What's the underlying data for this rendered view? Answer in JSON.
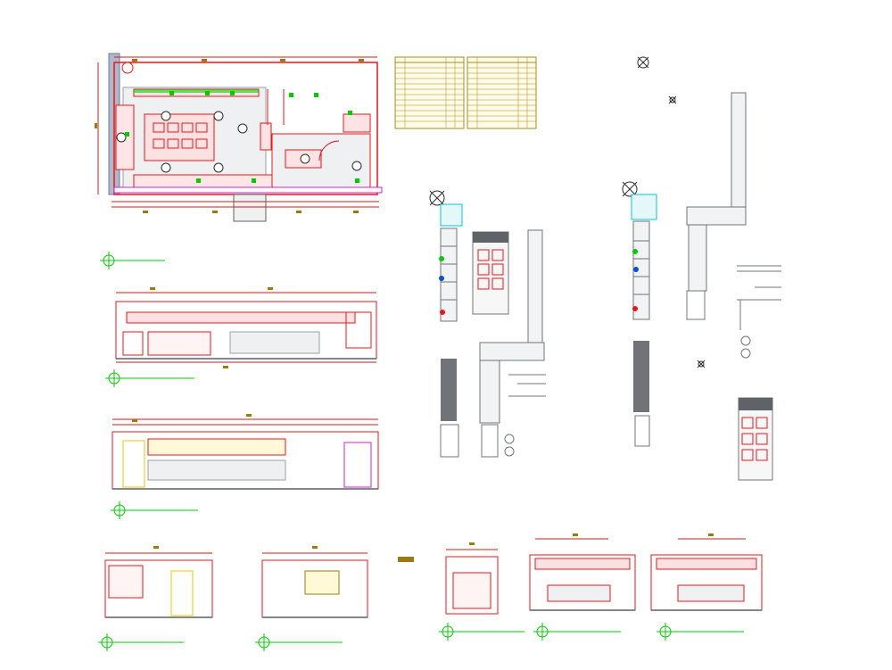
{
  "canvas": {
    "background": "#ffffff"
  },
  "colors": {
    "outline": "#e8161b",
    "dimension": "#d31a1a",
    "tile": "#9aa0a6",
    "annotation": "#00cc00",
    "tag": "#9b7a12",
    "table_grid": "#a88d1a",
    "cyan": "#00c8d8",
    "magenta": "#d21fd2",
    "yellow": "#e5c800",
    "dark": "#5f6266",
    "equipment": "#707479",
    "marker": "#2b2b2b"
  },
  "symbols": [
    "section-target-icon",
    "north-arrow-icon",
    "equipment-tag-icon"
  ],
  "drawing_views": [
    "kitchen-floor-plan",
    "equipment-schedule-table-a",
    "equipment-schedule-table-b",
    "elevation-1",
    "elevation-2",
    "elevation-3",
    "elevation-4",
    "elevation-5",
    "elevation-6",
    "elevation-7",
    "equipment-layout-left",
    "equipment-layout-right"
  ]
}
